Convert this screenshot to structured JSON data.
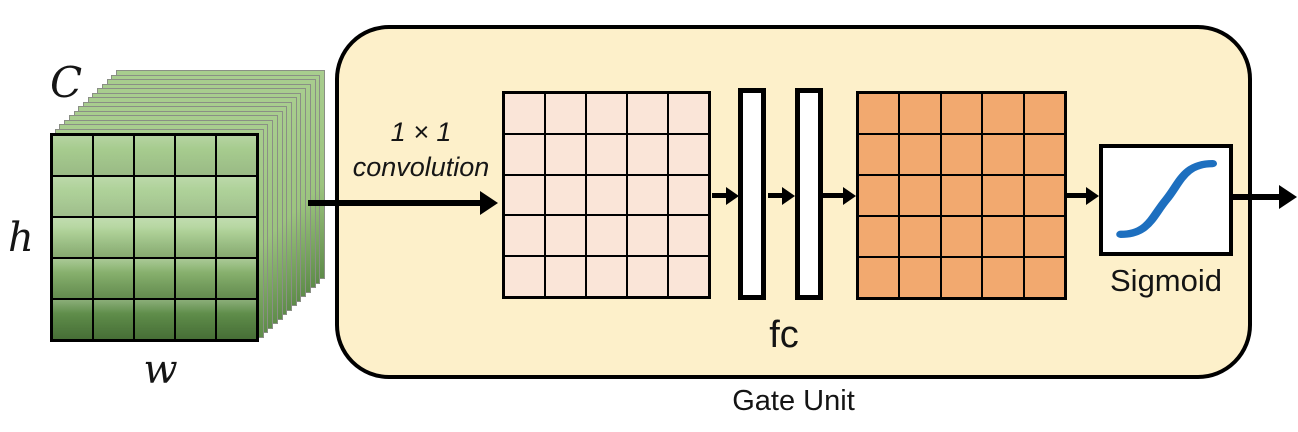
{
  "diagram": {
    "type": "neural-network-gate-unit",
    "input_tensor": {
      "label_channels": "C",
      "label_height": "h",
      "label_width": "w",
      "rows": 5,
      "cols": 5,
      "sheets": 14
    },
    "operation_label": {
      "line1": "1 × 1",
      "line2": "convolution"
    },
    "gate_unit": {
      "title": "Gate Unit",
      "fc_label": "fc",
      "sigmoid_label": "Sigmoid",
      "fc_layers": 2,
      "pre_fc_grid": {
        "rows": 5,
        "cols": 5
      },
      "post_fc_grid": {
        "rows": 5,
        "cols": 5
      }
    },
    "icons": {
      "sigmoid_curve": "sigmoid-s-curve-icon"
    },
    "colors": {
      "container_fill": "#FDF0CA",
      "pre_grid_fill": "#FAE5D8",
      "post_grid_fill": "#F2A96F",
      "tensor_green_light": "#A8CD8E",
      "tensor_green_dark": "#4E7A3C",
      "sigmoid_curve": "#1D6FBF",
      "stroke": "#000000"
    }
  }
}
